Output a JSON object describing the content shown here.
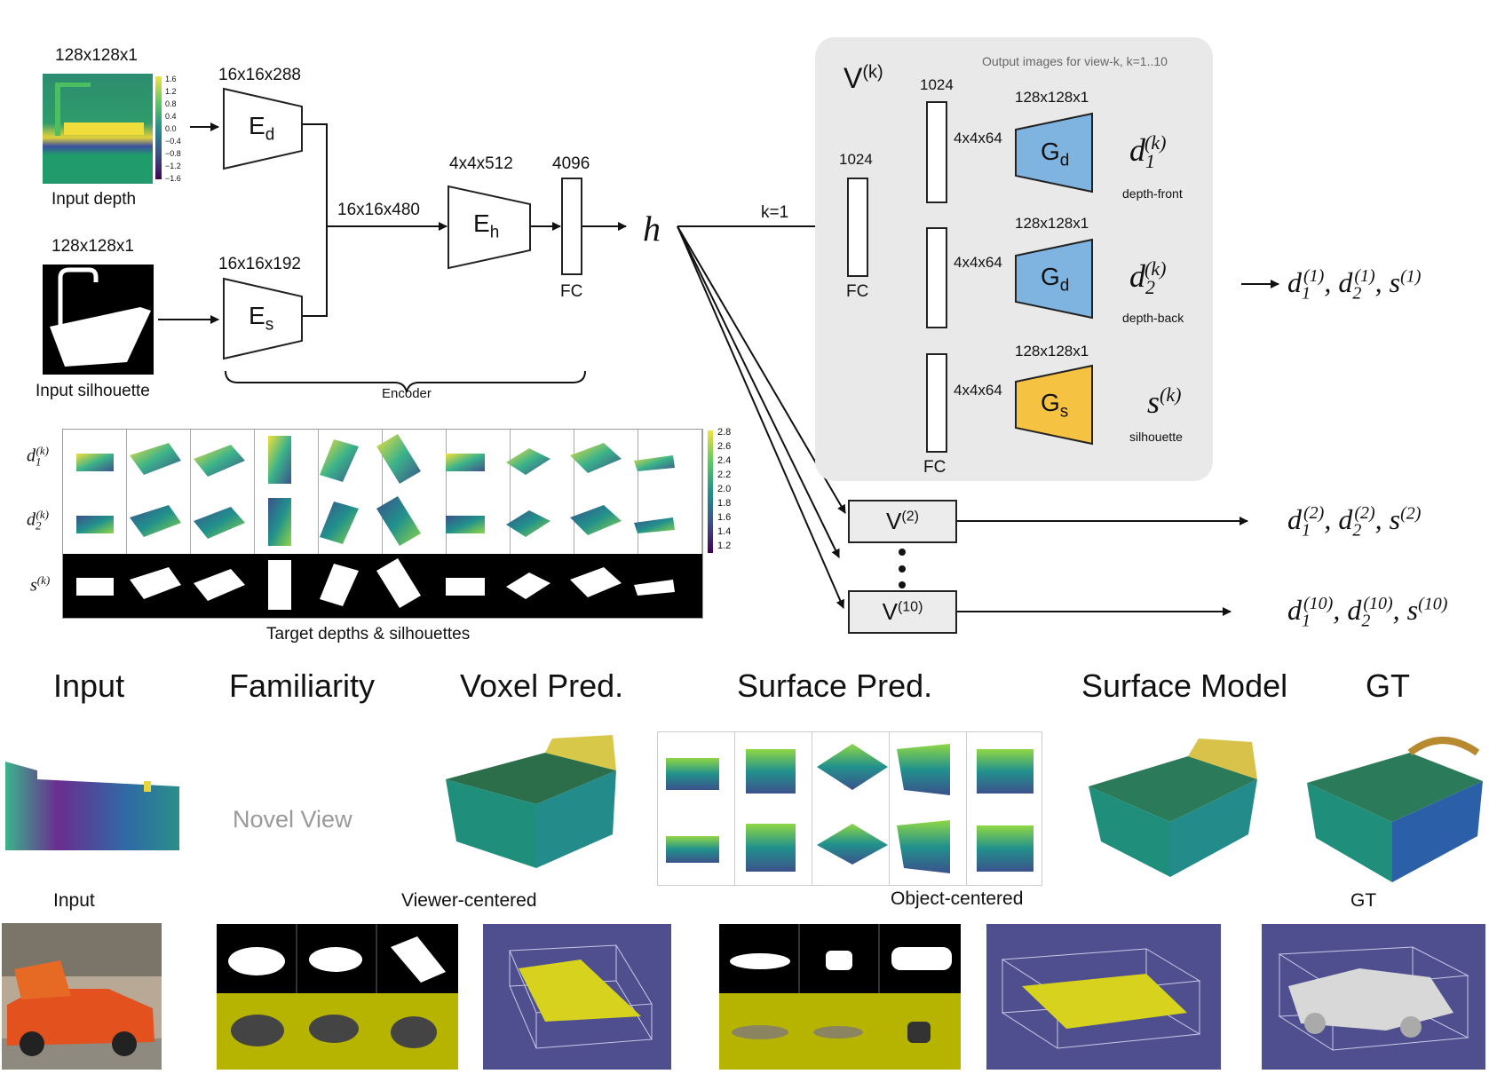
{
  "encoder": {
    "depth_dim": "128x128x1",
    "depth_caption": "Input depth",
    "colorbar_ticks": [
      "1.6",
      "1.2",
      "0.8",
      "0.4",
      "0.0",
      "−0.4",
      "−0.8",
      "−1.2",
      "−1.6"
    ],
    "silhouette_dim": "128x128x1",
    "silhouette_caption": "Input silhouette",
    "ed_dim": "16x16x288",
    "ed_main": "E",
    "ed_sub": "d",
    "es_dim": "16x16x192",
    "es_main": "E",
    "es_sub": "s",
    "concat_dim": "16x16x480",
    "eh_dim": "4x4x512",
    "eh_main": "E",
    "eh_sub": "h",
    "fc_dim": "4096",
    "fc_label": "FC",
    "h_label": "h",
    "encoder_label": "Encoder"
  },
  "decoder": {
    "panel_note": "Output images for view-k,   k=1..10",
    "v_main": "V",
    "v_sup": "(k)",
    "k_label": "k=1",
    "fc_in_dim": "1024",
    "fc_in_label": "FC",
    "fc_top_dim": "1024",
    "fc_bottom_label": "FC",
    "branches": [
      {
        "dim": "4x4x64",
        "out_dim": "128x128x1",
        "g_main": "G",
        "g_sub": "d",
        "out_var": "d",
        "out_sub": "1",
        "out_sup": "(k)",
        "caption": "depth-front",
        "color": "#7fb3e0"
      },
      {
        "dim": "4x4x64",
        "out_dim": "128x128x1",
        "g_main": "G",
        "g_sub": "d",
        "out_var": "d",
        "out_sub": "2",
        "out_sup": "(k)",
        "caption": "depth-back",
        "color": "#7fb3e0"
      },
      {
        "dim": "4x4x64",
        "out_dim": "128x128x1",
        "g_main": "G",
        "g_sub": "s",
        "out_var": "s",
        "out_sub": "",
        "out_sup": "(k)",
        "caption": "silhouette",
        "color": "#f5c242"
      }
    ],
    "outputs": [
      {
        "d1_sup": "(1)",
        "d2_sup": "(1)",
        "s_sup": "(1)"
      },
      {
        "d1_sup": "(2)",
        "d2_sup": "(2)",
        "s_sup": "(2)"
      },
      {
        "d1_sup": "(10)",
        "d2_sup": "(10)",
        "s_sup": "(10)"
      }
    ],
    "v2_main": "V",
    "v2_sup": "(2)",
    "v10_main": "V",
    "v10_sup": "(10)"
  },
  "targets": {
    "row_labels": [
      {
        "var": "d",
        "sub": "1",
        "sup": "(k)"
      },
      {
        "var": "d",
        "sub": "2",
        "sup": "(k)"
      },
      {
        "var": "s",
        "sub": "",
        "sup": "(k)"
      }
    ],
    "colorbar_ticks": [
      "2.8",
      "2.6",
      "2.4",
      "2.2",
      "2.0",
      "1.8",
      "1.6",
      "1.4",
      "1.2"
    ],
    "caption": "Target depths & silhouettes"
  },
  "bed_row": {
    "headers": [
      "Input",
      "Familiarity",
      "Voxel Pred.",
      "Surface Pred.",
      "Surface Model",
      "GT"
    ],
    "novel_view": "Novel View"
  },
  "car_row": {
    "input_caption": "Input",
    "viewer_caption": "Viewer-centered",
    "object_caption": "Object-centered",
    "gt_caption": "GT"
  },
  "colors": {
    "panel_bg": "#e9e9e9",
    "g_depth": "#7fb3e0",
    "g_sil": "#f5c242",
    "car_bg": "#4f4f8f",
    "olive": "#b7b400"
  }
}
